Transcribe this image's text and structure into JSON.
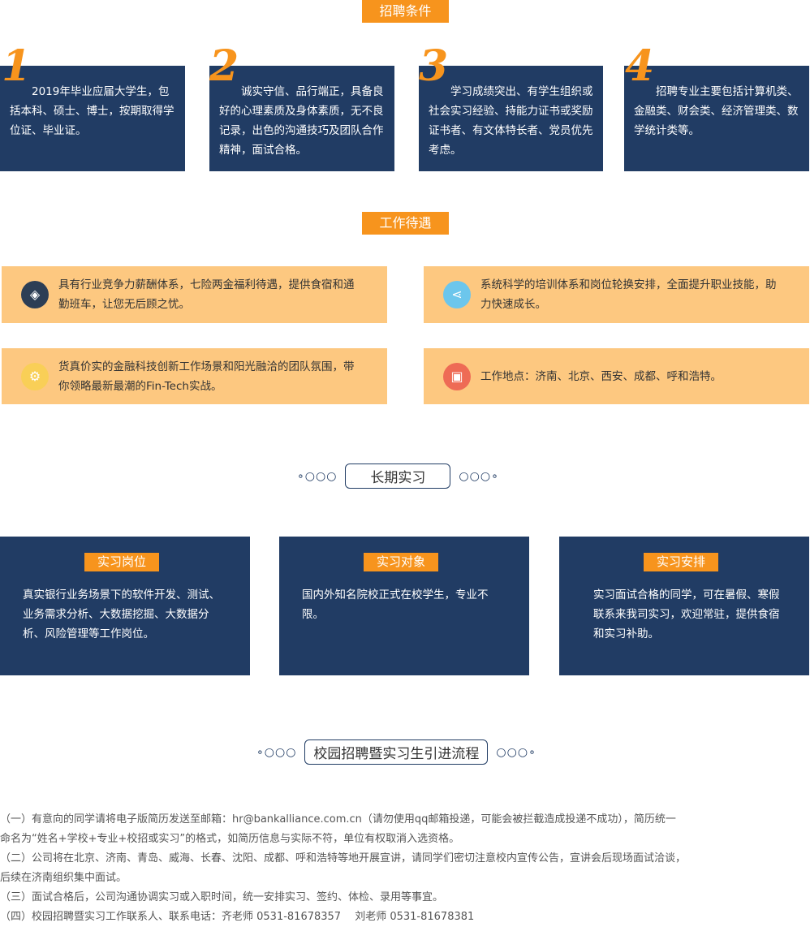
{
  "conditions": {
    "title": "招聘条件",
    "cards": [
      {
        "num": "1",
        "text": "2019年毕业应届大学生，包括本科、硕士、博士，按期取得学位证、毕业证。"
      },
      {
        "num": "2",
        "text": "诚实守信、品行端正，具备良好的心理素质及身体素质，无不良记录，出色的沟通技巧及团队合作精神，面试合格。"
      },
      {
        "num": "3",
        "text": "学习成绩突出、有学生组织或社会实习经验、持能力证书或奖励证书者、有文体特长者、党员优先考虑。"
      },
      {
        "num": "4",
        "text": "招聘专业主要包括计算机类、金融类、财会类、经济管理类、数学统计类等。"
      }
    ]
  },
  "benefits": {
    "title": "工作待遇",
    "items": [
      {
        "icon": "network-icon",
        "text": "具有行业竞争力薪酬体系，七险两金福利待遇，提供食宿和通勤班车，让您无后顾之忧。"
      },
      {
        "icon": "share-icon",
        "text": "系统科学的培训体系和岗位轮换安排，全面提升职业技能，助力快速成长。"
      },
      {
        "icon": "gears-icon",
        "text": "货真价实的金融科技创新工作场景和阳光融洽的团队氛围，带你领略最新最潮的Fin-Tech实战。"
      },
      {
        "icon": "location-screen-icon",
        "text": "工作地点：济南、北京、西安、成都、呼和浩特。"
      }
    ]
  },
  "internship": {
    "title": "长期实习",
    "cards": [
      {
        "tag": "实习岗位",
        "text": "真实银行业务场景下的软件开发、测试、业务需求分析、大数据挖掘、大数据分析、风险管理等工作岗位。"
      },
      {
        "tag": "实习对象",
        "text": "国内外知名院校正式在校学生，专业不限。"
      },
      {
        "tag": "实习安排",
        "text": "实习面试合格的同学，可在暑假、寒假联系来我司实习，欢迎常驻，提供食宿和实习补助。"
      }
    ]
  },
  "process": {
    "title": "校园招聘暨实习生引进流程",
    "lines": [
      "（一）有意向的同学请将电子版简历发送至邮箱：hr@bankalliance.com.cn（请勿使用qq邮箱投递，可能会被拦截造成投递不成功），简历统一",
      "命名为“姓名+学校+专业+校招或实习”的格式，如简历信息与实际不符，单位有权取消入选资格。",
      "（二）公司将在北京、济南、青岛、威海、长春、沈阳、成都、呼和浩特等地开展宣讲，请同学们密切注意校内宣传公告，宣讲会后现场面试洽谈，",
      "后续在济南组织集中面试。",
      "（三）面试合格后，公司沟通协调实习或入职时间，统一安排实习、签约、体检、录用等事宜。",
      "（四）校园招聘暨实习工作联系人、联系电话：齐老师 0531-81678357　 刘老师 0531-81678381"
    ]
  },
  "deco": {
    "dots_left": "∘○○○",
    "dots_right": "○○○∘"
  }
}
